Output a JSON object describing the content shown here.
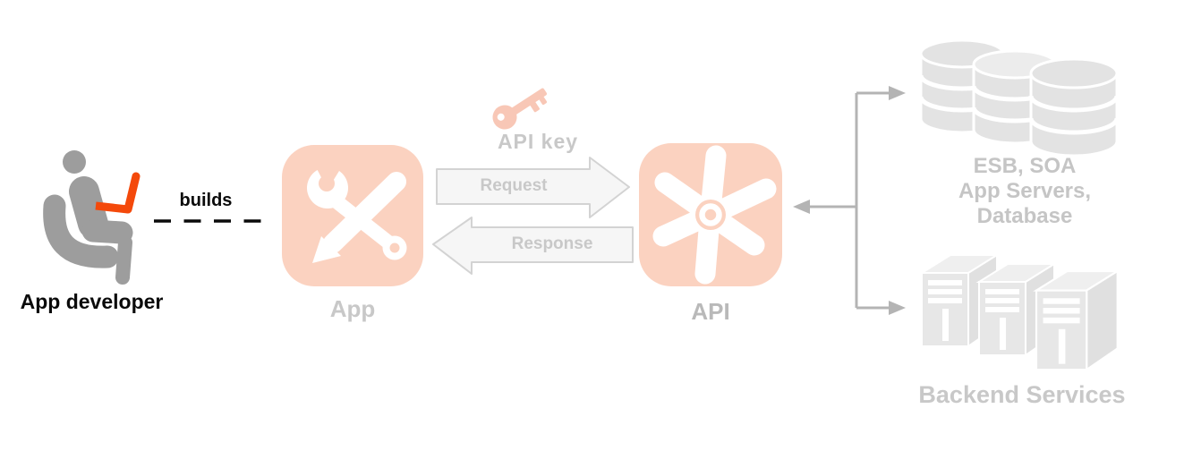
{
  "diagram": {
    "developer": {
      "label": "App developer",
      "builds_label": "builds"
    },
    "app": {
      "label": "App"
    },
    "api": {
      "label": "API"
    },
    "api_key": {
      "label": "API key"
    },
    "request": {
      "label": "Request"
    },
    "response": {
      "label": "Response"
    },
    "backend": {
      "middleware_label": "ESB, SOA\nApp Servers,\nDatabase",
      "services_label": "Backend Services"
    }
  },
  "colors": {
    "accent-orange": "#f4490b",
    "icon-salmon": "#fbd2c0",
    "key-salmon": "#f8c7b6",
    "figure-gray": "#9d9d9d",
    "muted-text": "#c8c8c8",
    "api-text": "#b9b9b9",
    "connector-gray": "#b4b4b4",
    "shape-gray": "#e3e3e3",
    "arrow-fill": "#f6f6f6",
    "arrow-border": "#d3d3d3",
    "text-black": "#0a0a0a"
  }
}
